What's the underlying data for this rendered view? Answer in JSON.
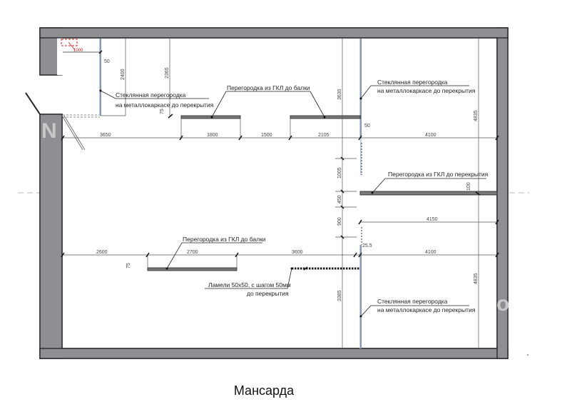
{
  "title": "Мансарда",
  "colors": {
    "wall_fill": "#8e8e93",
    "wall_stroke": "#1a1a1a",
    "glass": "#b8d0ea",
    "partition_fill": "#7a7a7a",
    "dim_line": "#555555",
    "axis_dashed": "#bbbbbb",
    "hatch_red": "#d22222"
  },
  "annotations": {
    "glass_partition_line1": "Стеклянная перегородка",
    "glass_partition_line2": "на металлокаркасе до перекрытия",
    "gkl_to_beam": "Перегородка из ГКЛ до балки",
    "gkl_to_ceiling": "Перегородка из ГКЛ до перекрытия",
    "lamels_line1": "Ламели 50х50, с шагом 50мм",
    "lamels_line2": "до перекрытия"
  },
  "dimensions": {
    "top_row": [
      "3650",
      "1800",
      "1500",
      "2105",
      "4100"
    ],
    "middle_row": [
      "4150"
    ],
    "bottom_row": [
      "2600",
      "2700",
      "3600",
      "4100"
    ],
    "vertical": [
      "2400",
      "2365",
      "3630",
      "4835",
      "1005",
      "450",
      "900",
      "3385",
      "4835"
    ],
    "small": [
      "50",
      "75",
      "50",
      "100",
      "75",
      "25.5",
      "1000"
    ]
  },
  "watermark": {
    "left": "N",
    "right": "o"
  }
}
